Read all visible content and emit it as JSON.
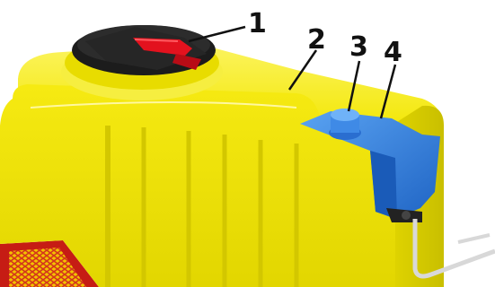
{
  "callouts": [
    {
      "label": "1",
      "part": "filler-cap"
    },
    {
      "label": "2",
      "part": "tank-body"
    },
    {
      "label": "3",
      "part": "small-cap"
    },
    {
      "label": "4",
      "part": "blue-bracket"
    }
  ],
  "colors": {
    "tank_yellow": "#f2e600",
    "tank_shadow": "#c7bd00",
    "cap_black": "#1c1c1c",
    "handle_red": "#e3121e",
    "bracket_blue": "#2f7fe0",
    "callout_text": "#111111"
  }
}
